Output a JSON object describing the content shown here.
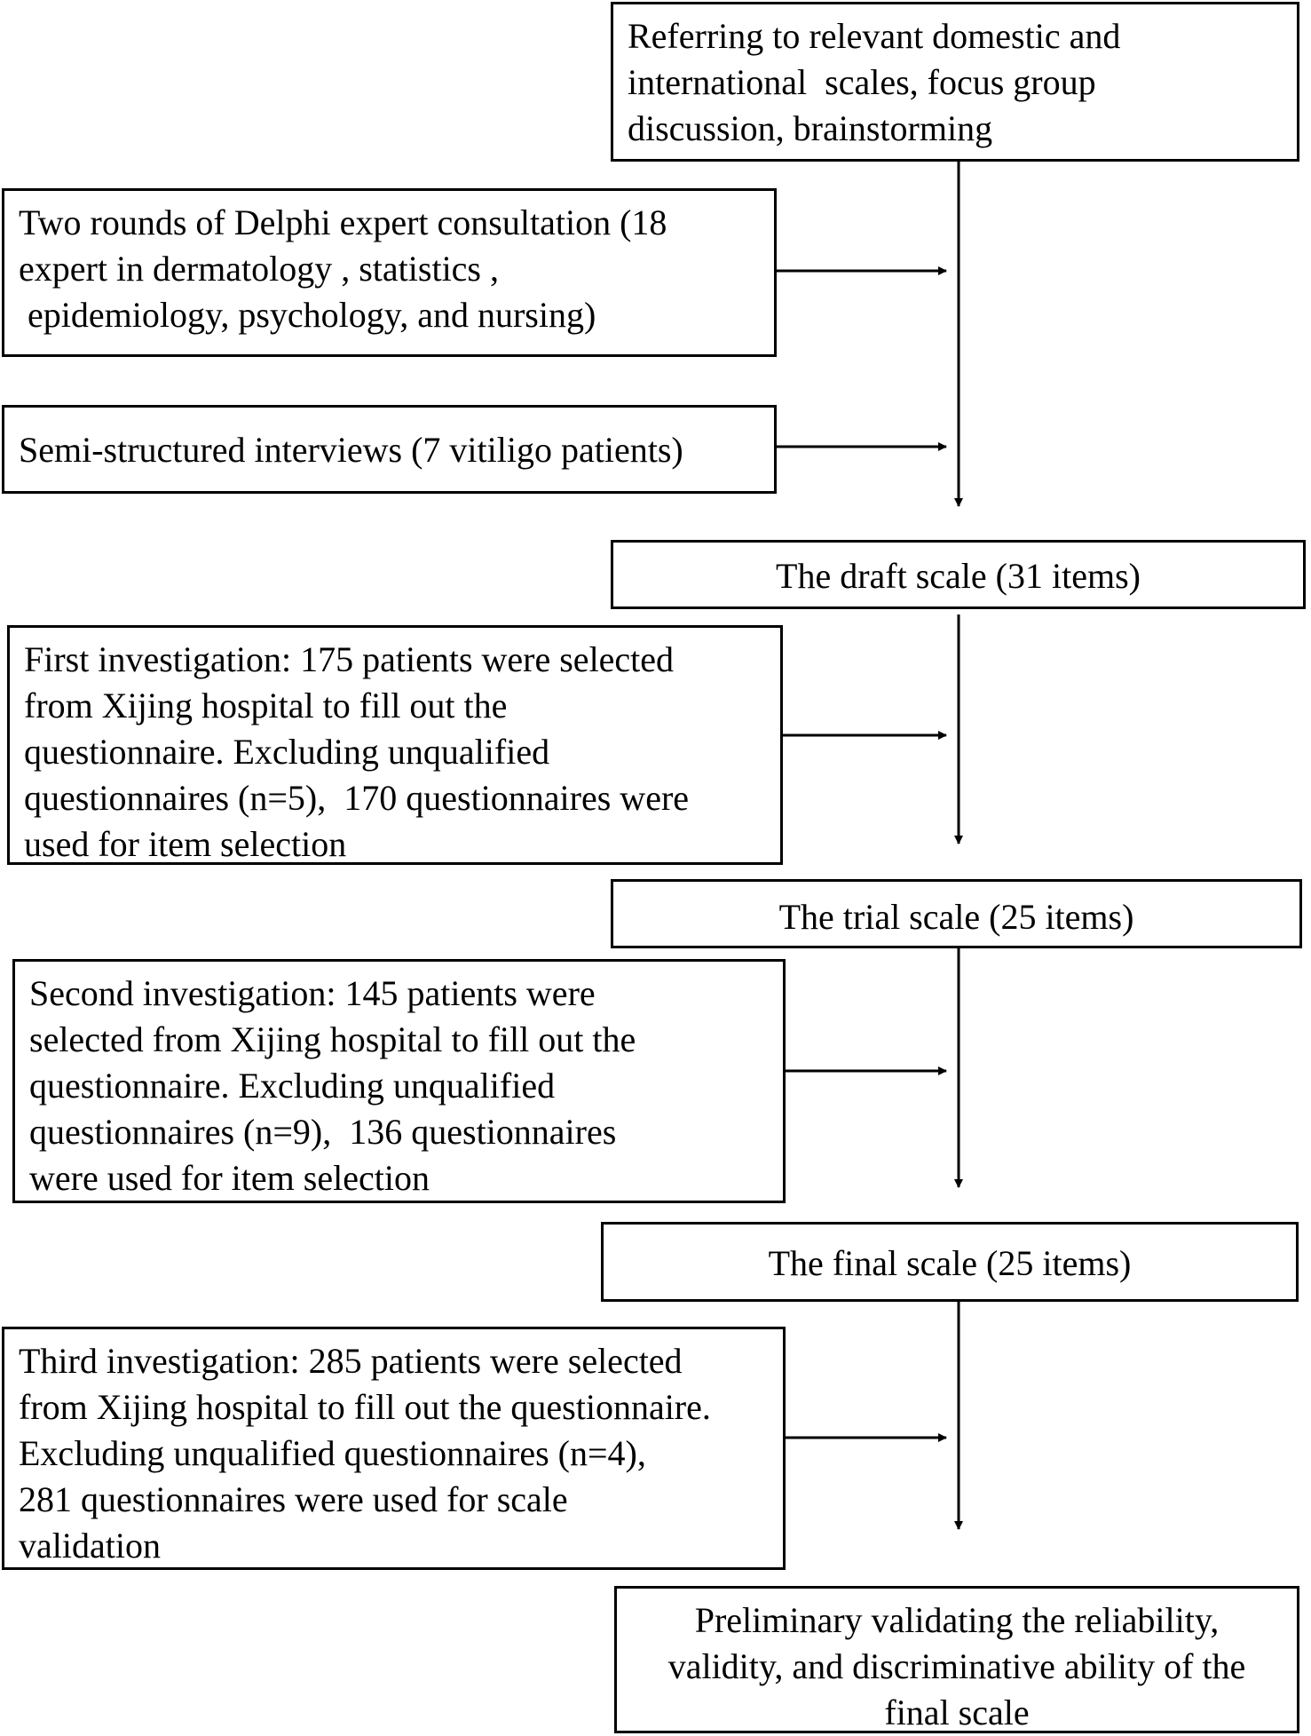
{
  "flowchart": {
    "top_box": "Referring to relevant domestic and\ninternational  scales, focus group\ndiscussion, brainstorming",
    "delphi_box": "Two rounds of Delphi expert consultation (18\nexpert in dermatology , statistics ,\n epidemiology, psychology, and nursing)",
    "interviews_box": "Semi-structured interviews (7 vitiligo patients)",
    "draft_scale": "The draft scale (31 items)",
    "first_investigation": "First investigation: 175 patients were selected\nfrom Xijing hospital to fill out the\nquestionnaire. Excluding unqualified\nquestionnaires (n=5),  170 questionnaires were\nused for item selection",
    "trial_scale": "The trial scale (25 items)",
    "second_investigation": "Second investigation: 145 patients were\nselected from Xijing hospital to fill out the\nquestionnaire. Excluding unqualified\nquestionnaires (n=9),  136 questionnaires\nwere used for item selection",
    "final_scale": "The final scale (25 items)",
    "third_investigation": "Third investigation: 285 patients were selected\nfrom Xijing hospital to fill out the questionnaire.\nExcluding unqualified questionnaires (n=4),\n281 questionnaires were used for scale\nvalidation",
    "result_box": "Preliminary validating the reliability,\nvalidity, and discriminative ability of the\nfinal scale"
  }
}
